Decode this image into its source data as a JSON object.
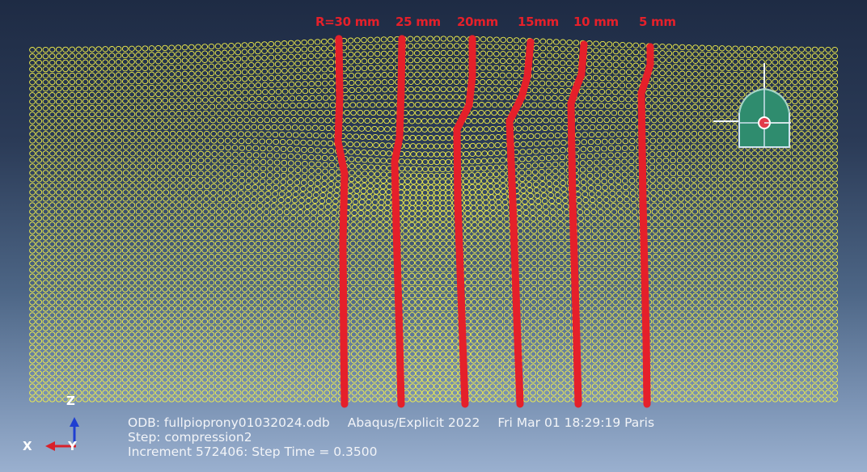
{
  "viewport": {
    "colors": {
      "mesh": "#f2ef4a",
      "path": "#e5202a",
      "text": "#f2f4f8",
      "axis_x": "#d9202a",
      "axis_z": "#1f3fd1",
      "view_cube": "#2f8c6e"
    }
  },
  "radial_paths": [
    {
      "label": "R=30 mm"
    },
    {
      "label": "25 mm"
    },
    {
      "label": "20mm"
    },
    {
      "label": "15mm"
    },
    {
      "label": "10 mm"
    },
    {
      "label": "5 mm"
    }
  ],
  "info": {
    "odb_line": "ODB: fullpioprony01032024.odb",
    "solver": "Abaqus/Explicit 2022",
    "datetime": "Fri Mar 01 18:29:19 Paris",
    "step_line": "Step: compression2",
    "increment_line": "Increment   572406: Step Time =   0.3500"
  },
  "triad": {
    "z_label": "Z",
    "x_label": "X",
    "y_label": "Y",
    "icons": [
      "x-axis-arrow-icon",
      "z-axis-arrow-icon"
    ]
  },
  "view_cube": {
    "icon": "view-cube-icon"
  }
}
